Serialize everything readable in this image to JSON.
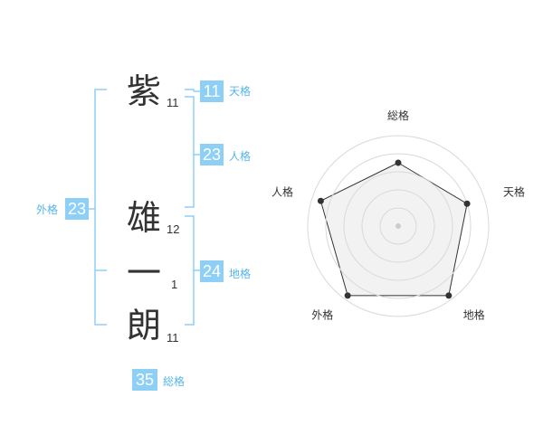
{
  "name": {
    "characters": [
      {
        "char": "紫",
        "strokes": "11"
      },
      {
        "char": "雄",
        "strokes": "12"
      },
      {
        "char": "一",
        "strokes": "1"
      },
      {
        "char": "朗",
        "strokes": "11"
      }
    ]
  },
  "fortune": {
    "tenkaku": {
      "value": "11",
      "label": "天格"
    },
    "jinkaku": {
      "value": "23",
      "label": "人格"
    },
    "chikaku": {
      "value": "24",
      "label": "地格"
    },
    "gaikaku": {
      "value": "23",
      "label": "外格"
    },
    "soukaku": {
      "value": "35",
      "label": "総格"
    }
  },
  "colors": {
    "badge": "#8ecff6",
    "badge_label": "#56b4e9",
    "bracket": "#8ecff6",
    "radar_fill": "#f2f2f2",
    "radar_rings": "#d9d9d9",
    "radar_line": "#333333"
  },
  "chart_data": {
    "type": "radar",
    "axes": [
      "総格",
      "天格",
      "地格",
      "外格",
      "人格"
    ],
    "values": [
      0.7,
      0.8,
      0.95,
      0.95,
      0.9
    ],
    "max": 1,
    "rings": 5
  }
}
